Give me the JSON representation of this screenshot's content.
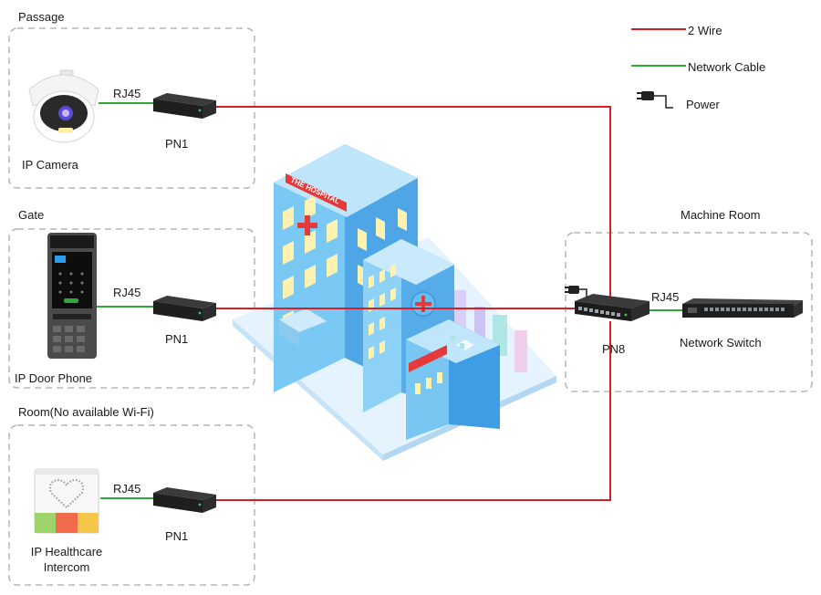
{
  "zones": {
    "passage": "Passage",
    "gate": "Gate",
    "room": "Room(No available Wi-Fi)",
    "machine_room": "Machine Room"
  },
  "legend": {
    "two_wire": "2 Wire",
    "network_cable": "Network Cable",
    "power": "Power"
  },
  "devices": {
    "camera": "IP Camera",
    "door_phone": "IP Door Phone",
    "healthcare_line1": "IP Healthcare",
    "healthcare_line2": "Intercom",
    "pn1_top": "PN1",
    "pn1_mid": "PN1",
    "pn1_bot": "PN1",
    "pn8": "PN8",
    "switch": "Network Switch",
    "hospital_sign": "THE HOSPITAL"
  },
  "links": {
    "rj45_top": "RJ45",
    "rj45_mid": "RJ45",
    "rj45_bot": "RJ45",
    "rj45_switch": "RJ45"
  },
  "colors": {
    "two_wire": "#d91f26",
    "network_cable": "#2ea836",
    "zone_border": "#b5b5b5",
    "building": "#58b8ec",
    "building_dark": "#2f7fd0"
  }
}
